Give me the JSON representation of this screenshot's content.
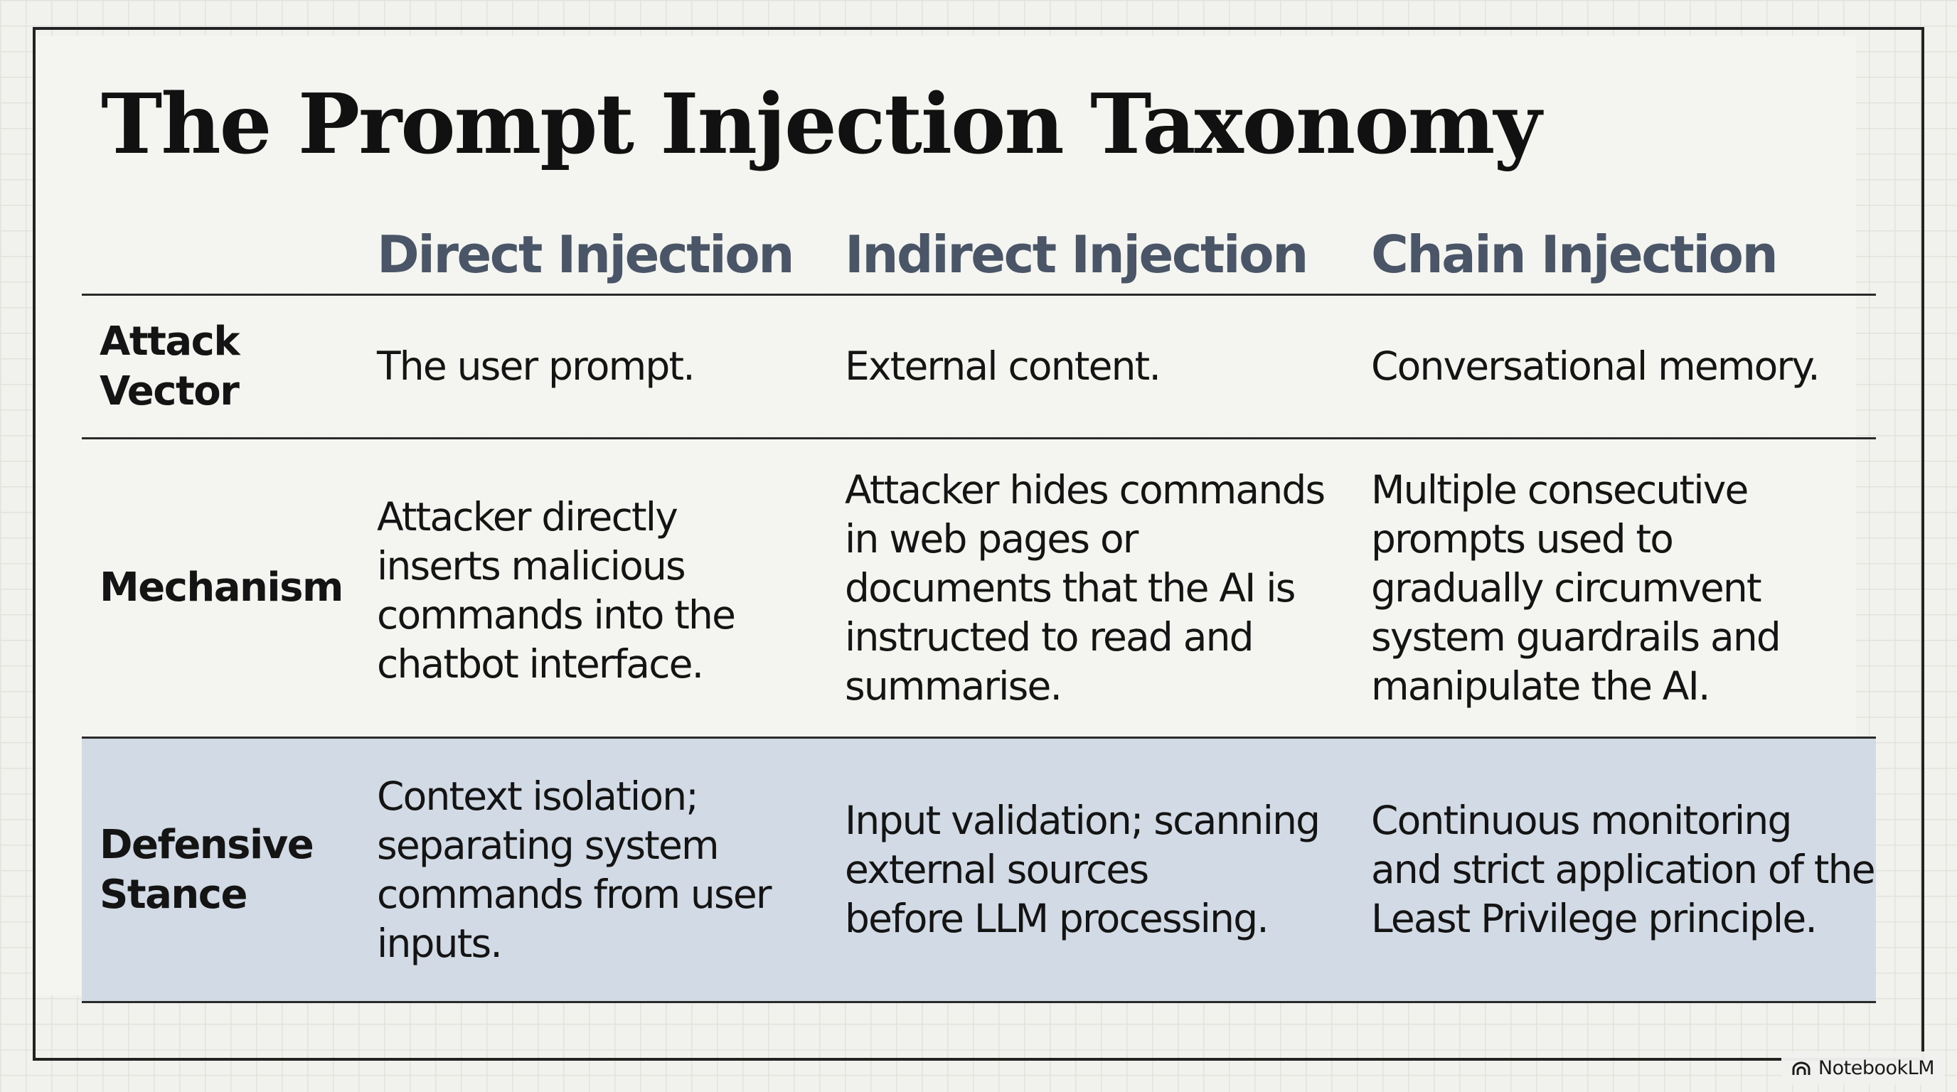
{
  "slide": {
    "title": "The Prompt Injection Taxonomy"
  },
  "table": {
    "columns": [
      "Direct Injection",
      "Indirect Injection",
      "Chain Injection"
    ],
    "rows": [
      {
        "label": "Attack\nVector",
        "cells": [
          "The user prompt.",
          "External content.",
          "Conversational memory."
        ]
      },
      {
        "label": "Mechanism",
        "cells": [
          "Attacker directly\ninserts malicious\ncommands into the\nchatbot interface.",
          "Attacker hides commands\nin web pages or\ndocuments that the AI is\ninstructed to read and\nsummarise.",
          "Multiple consecutive\nprompts used to\ngradually circumvent\nsystem guardrails and\nmanipulate the AI."
        ]
      },
      {
        "label": "Defensive\nStance",
        "cells": [
          "Context isolation;\nseparating system\ncommands from user\ninputs.",
          "Input validation; scanning\nexternal sources\nbefore LLM processing.",
          "Continuous monitoring\nand strict application of the\nLeast Privilege principle."
        ]
      }
    ],
    "highlight_row_color": "#d2dae6",
    "header_color": "#4a5668"
  },
  "watermark": {
    "label": "NotebookLM",
    "icon": "notebooklm-logo-icon"
  }
}
